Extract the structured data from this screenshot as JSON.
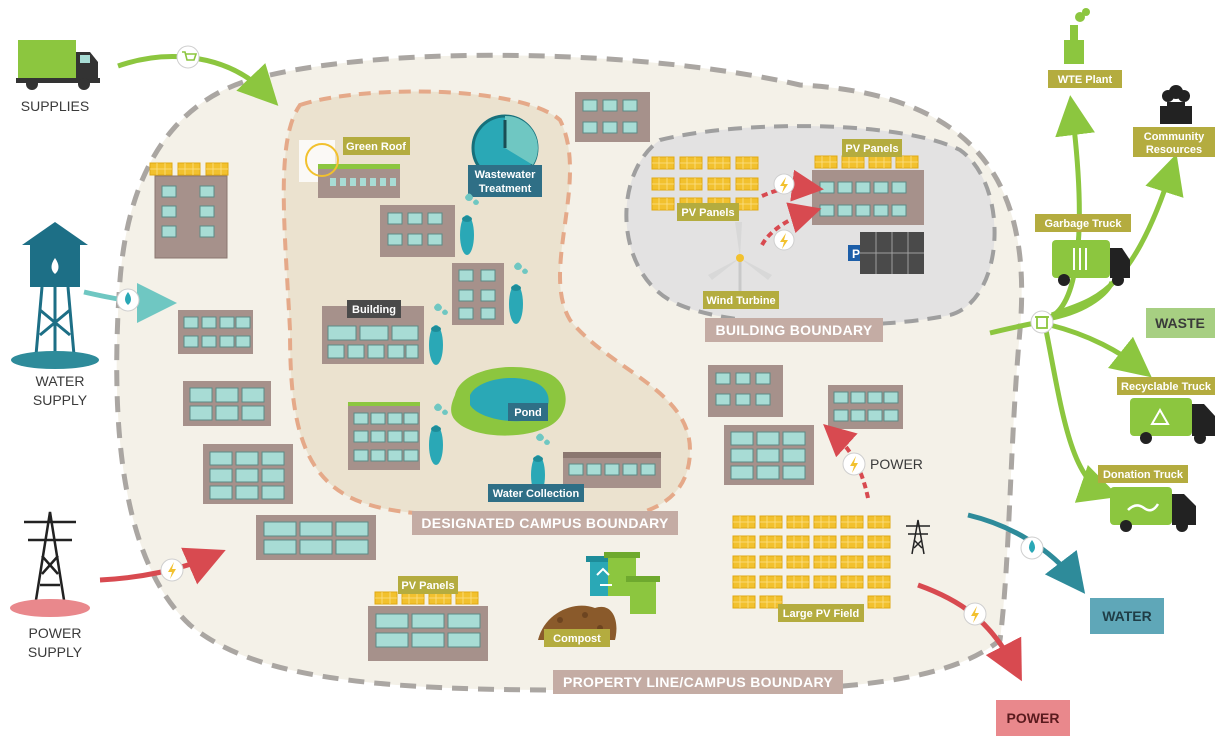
{
  "diagram": {
    "sources": {
      "supplies": "SUPPLIES",
      "water_supply": [
        "WATER",
        "SUPPLY"
      ],
      "power_supply": [
        "POWER",
        "SUPPLY"
      ]
    },
    "boundaries": {
      "property": "PROPERTY LINE/CAMPUS BOUNDARY",
      "designated": "DESIGNATED CAMPUS BOUNDARY",
      "building": "BUILDING BOUNDARY"
    },
    "features": {
      "green_roof": "Green Roof",
      "wastewater": [
        "Wastewater",
        "Treatment"
      ],
      "building": "Building",
      "pond": "Pond",
      "water_collection": "Water Collection",
      "pv_panels_building": "PV Panels",
      "pv_panels_array": "PV Panels",
      "wind_turbine": "Wind Turbine",
      "pv_panels_bottom": "PV Panels",
      "compost": "Compost",
      "large_pv_field": "Large PV Field",
      "power": "POWER"
    },
    "outputs": {
      "wte_plant": "WTE Plant",
      "community": [
        "Community",
        "Resources"
      ],
      "garbage_truck": "Garbage Truck",
      "waste": "WASTE",
      "recyclable_truck": "Recyclable Truck",
      "donation_truck": "Donation Truck",
      "water": "WATER",
      "power": "POWER"
    },
    "parking_symbol": "P"
  },
  "colors": {
    "olive": "#b4ac3f",
    "olive_dark": "#a29a2f",
    "boundary_label": "#c4aca4",
    "green_arrow": "#8cc63f",
    "teal_arrow": "#2e8b9a",
    "red_arrow": "#d84a50",
    "building": "#a6918b",
    "window": "#a8dcd5",
    "pv": "#f2c12e"
  }
}
